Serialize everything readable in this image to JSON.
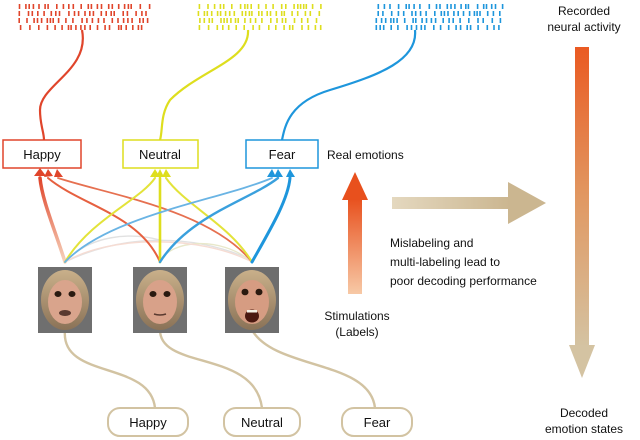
{
  "emotion_boxes": [
    {
      "label": "Happy",
      "color": "#e0452b"
    },
    {
      "label": "Neutral",
      "color": "#dede1e"
    },
    {
      "label": "Fear",
      "color": "#1e96dc"
    }
  ],
  "stimulus_boxes": [
    {
      "label": "Happy"
    },
    {
      "label": "Neutral"
    },
    {
      "label": "Fear"
    }
  ],
  "labels": {
    "real_emotions": "Real emotions",
    "recorded_line1": "Recorded",
    "recorded_line2": "neural activity",
    "mislabel_line1": "Mislabeling and",
    "mislabel_line2": "multi-labeling lead to",
    "mislabel_line3": "poor decoding performance",
    "stim_line1": "Stimulations",
    "stim_line2": "(Labels)",
    "decoded_line1": "Decoded",
    "decoded_line2": "emotion states"
  },
  "colors": {
    "happy": "#e0452b",
    "neutral": "#dede1e",
    "fear": "#1e96dc",
    "stimulus": "#d2c3a2",
    "arrow_orange": "#ee7a3c",
    "arrow_tan": "#d6c29c"
  },
  "faces": [
    {
      "expression": "happy"
    },
    {
      "expression": "neutral"
    },
    {
      "expression": "fear"
    }
  ]
}
